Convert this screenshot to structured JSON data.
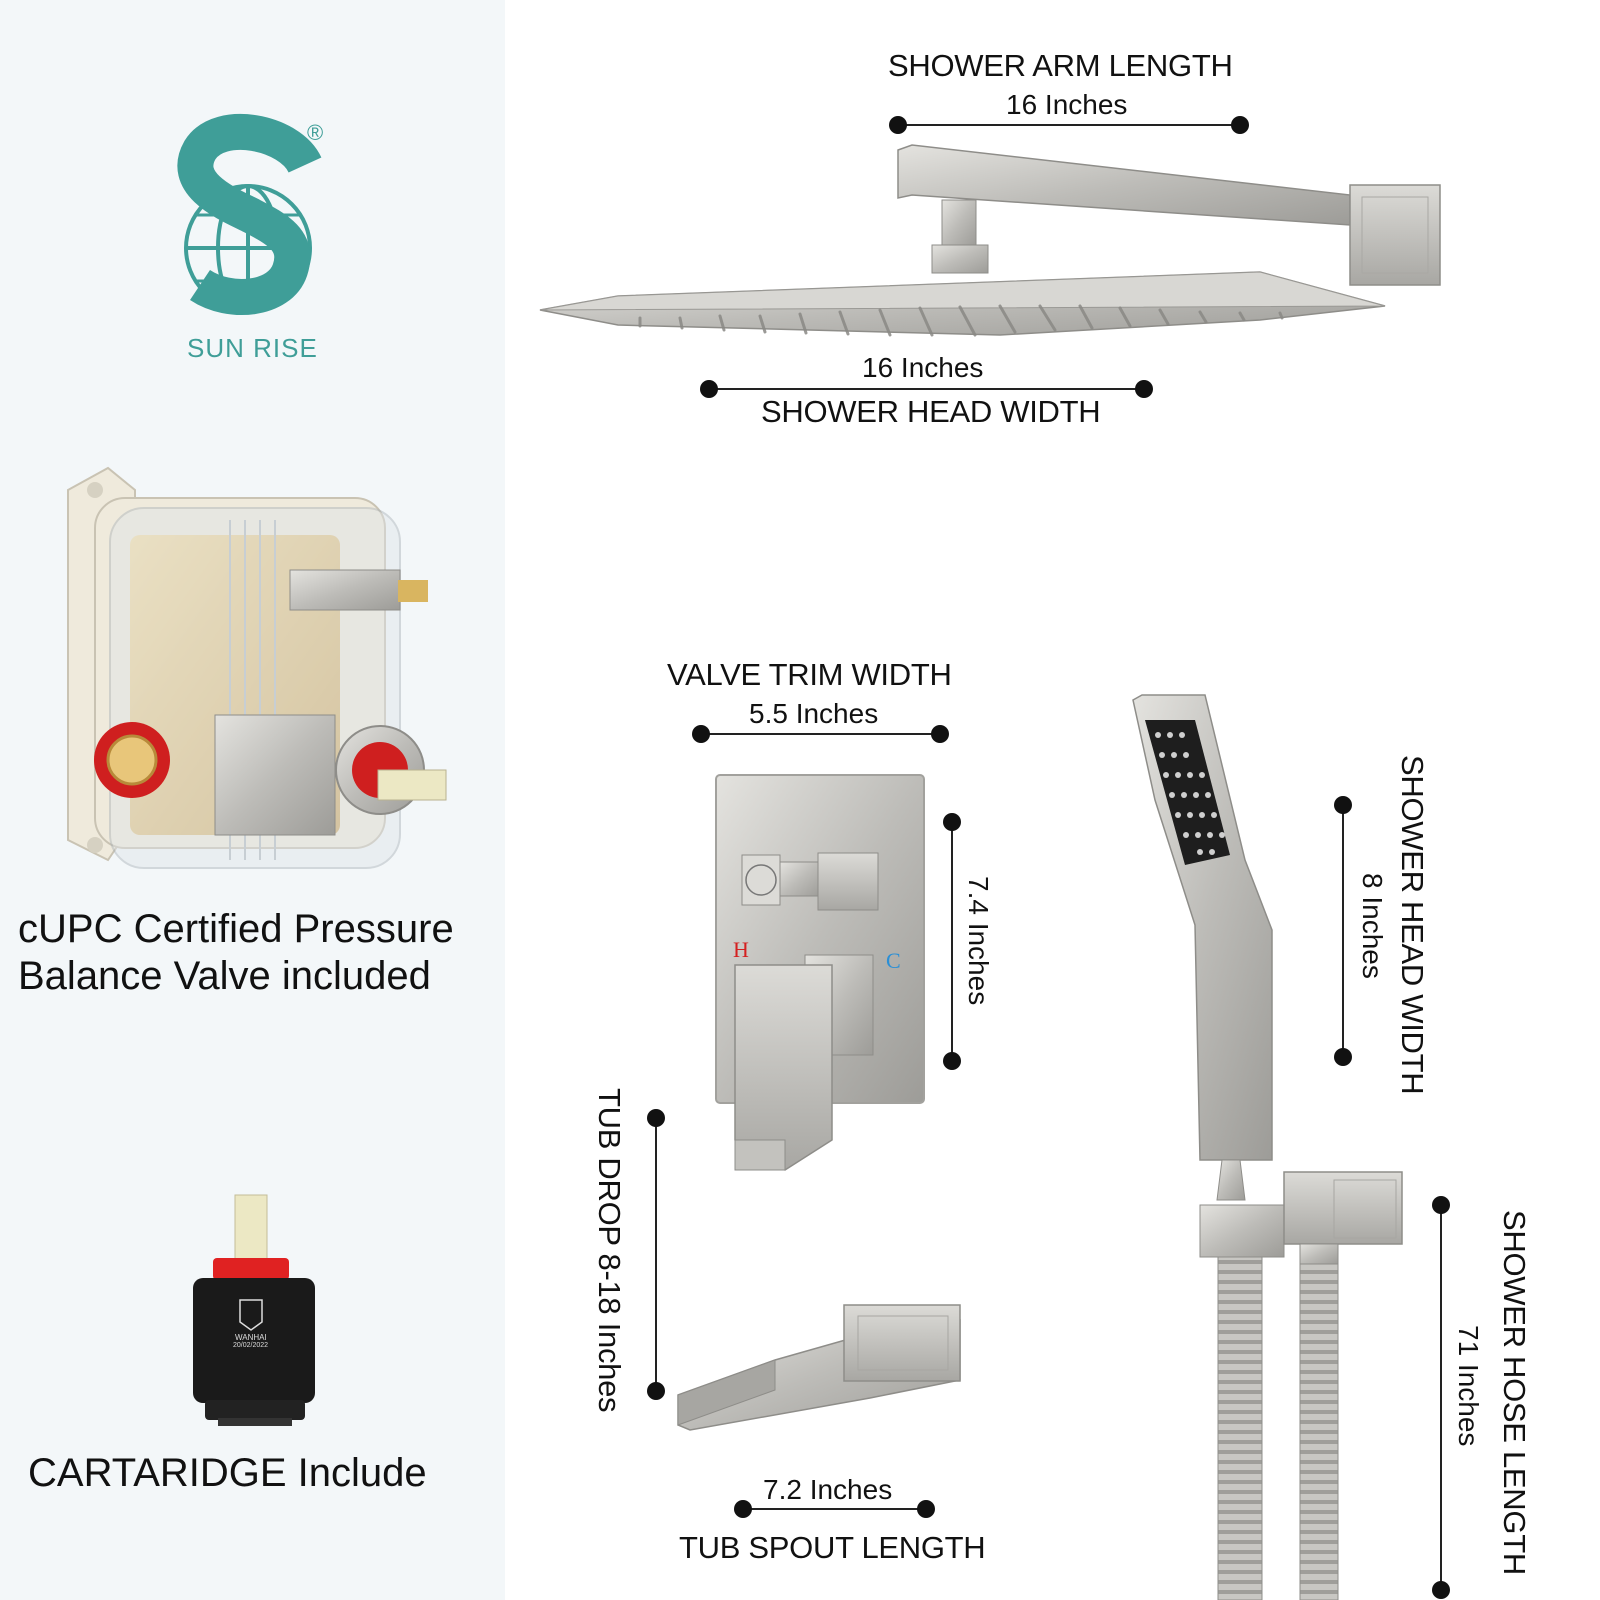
{
  "brand": {
    "name": "SUN RISE",
    "registered_mark": "®",
    "logo_letter": "S",
    "color": "#3f9e98"
  },
  "valve": {
    "caption_line1": "cUPC Certified Pressure",
    "caption_line2": "Balance Valve included"
  },
  "cartridge": {
    "caption": "CARTARIDGE Include",
    "stamp_lines": [
      "WANHAI",
      "20/02/2022"
    ]
  },
  "dimensions": {
    "shower_arm_length": {
      "label": "SHOWER ARM LENGTH",
      "value": "16 Inches"
    },
    "shower_head_width": {
      "label": "SHOWER HEAD WIDTH",
      "value": "16 Inches"
    },
    "valve_trim_width": {
      "label": "VALVE TRIM WIDTH",
      "value": "5.5 Inches"
    },
    "valve_trim_height": {
      "value": "7.4 Inches"
    },
    "hand_shower_head_width": {
      "label": "SHOWER HEAD WIDTH",
      "value": "8 Inches"
    },
    "tub_drop": {
      "label": "TUB DROP 8-18 Inches"
    },
    "tub_spout_length": {
      "label": "TUB SPOUT LENGTH",
      "value": "7.2 Inches"
    },
    "shower_hose_length": {
      "label": "SHOWER HOSE LENGTH",
      "value": "71 Inches"
    }
  },
  "valve_trim": {
    "hot_label": "H",
    "cold_label": "C",
    "hot_color": "#d42020",
    "cold_color": "#2a8fd6"
  },
  "metal_color": "#bdbcb8"
}
